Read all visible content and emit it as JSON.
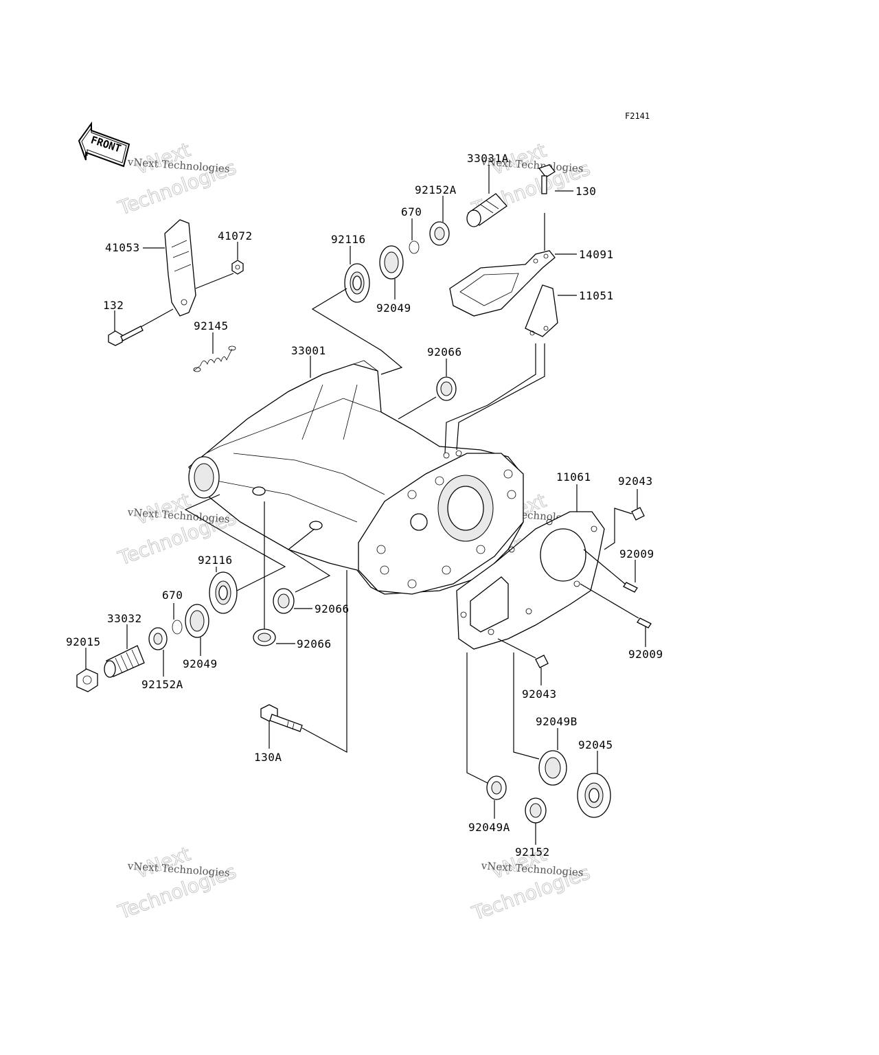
{
  "figure_id": "F2141",
  "front_label": "FRONT",
  "watermark": {
    "line1": "vNext Technologies",
    "line2": "Technologies",
    "line3": "vNext"
  },
  "parts": {
    "p33031A": "33031A",
    "p92152A_top": "92152A",
    "p130": "130",
    "p670_top": "670",
    "p92116_top": "92116",
    "p14091": "14091",
    "p41053": "41053",
    "p41072": "41072",
    "p11051": "11051",
    "p92049_top": "92049",
    "p132": "132",
    "p92145": "92145",
    "p33001": "33001",
    "p92066_top": "92066",
    "p11061": "11061",
    "p92043_right": "92043",
    "p92009_a": "92009",
    "p92116_left": "92116",
    "p670_left": "670",
    "p33032": "33032",
    "p92066_mid": "92066",
    "p92015": "92015",
    "p92066_low": "92066",
    "p92009_b": "92009",
    "p92049_left": "92049",
    "p92152A_left": "92152A",
    "p92043_low": "92043",
    "p92049B": "92049B",
    "p92045": "92045",
    "p130A": "130A",
    "p92049A": "92049A",
    "p92152": "92152"
  }
}
